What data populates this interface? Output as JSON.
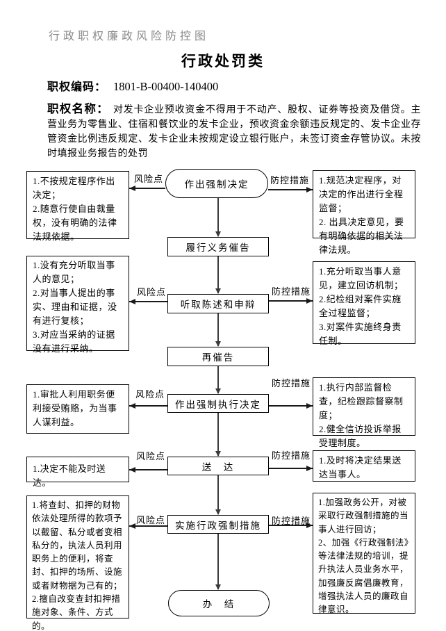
{
  "header": {
    "doc_title": "行政职权廉政风险防控图",
    "main_title": "行政处罚类",
    "code_label": "职权编码：",
    "code_value": "1801-B-00400-140400",
    "name_label": "职权名称：",
    "name_text": "对发卡企业预收资金不得用于不动产、股权、证券等投资及借贷。主营业务为零售业、住宿和餐饮业的发卡企业，预收资金余额违反规定的、发卡企业存管资金比例违反规定、发卡企业未按规定设立银行账户，未签订资金存管协议。未按时填报业务报告的处罚"
  },
  "labels": {
    "risk": "风险点",
    "measure": "防控措施"
  },
  "nodes": {
    "make_decision": "作出强制决定",
    "duty_notice": "履行义务催告",
    "hear_statement": "听取陈述和申辩",
    "re_notice": "再催告",
    "enforce_decision": "作出强制执行决定",
    "deliver": "送　达",
    "implement": "实施行政强制措施",
    "finish": "办　结"
  },
  "risk_boxes": {
    "b1": [
      "1.不按规定程序作出决定；",
      "2.随意行使自由裁量权，没有明确的法律法规依据。"
    ],
    "b2": [
      "1.没有充分听取当事人的意见；",
      "2.对当事人提出的事实、理由和证据，没有进行复核；",
      "3.对应当采纳的证据没有进行采纳。"
    ],
    "b3": [
      "1.审批人利用职务便利接受贿赂，为当事人谋利益。"
    ],
    "b4": [
      "1.决定不能及时送达。"
    ],
    "b5": [
      "1.将查封、扣押的财物依法处理所得的款项予以截留、私分或者变相私分的，执法人员利用职务上的便利，将查封、扣押的场所、设施或者财物据为己有的；",
      "2.擅自改变查封扣押措施对象、条件、方式的。"
    ]
  },
  "measure_boxes": {
    "b1": [
      "1.规范决定程序，对决定的作出进行全程监督；",
      "2. 出具决定意见，要有明确依据的相关法律法规。"
    ],
    "b2": [
      "1.充分听取当事人意见，建立回访机制；",
      "2.纪检组对案件实施全过程监督；",
      "3.对案件实施终身责任制。"
    ],
    "b3": [
      "1.执行内部监督检查，纪检跟踪督察制度；",
      "2.健全信访投诉举报受理制度。"
    ],
    "b4": [
      "1.及时将决定结果送达当事人。"
    ],
    "b5": [
      "1.加强政务公开，对被采取行政强制措施的当事人进行回访；",
      "2、加强《行政强制法》等法律法规的培训，提升执法人员业务水平，加强廉反腐倡廉教育，增强执法人员的廉政自律意识。"
    ]
  }
}
